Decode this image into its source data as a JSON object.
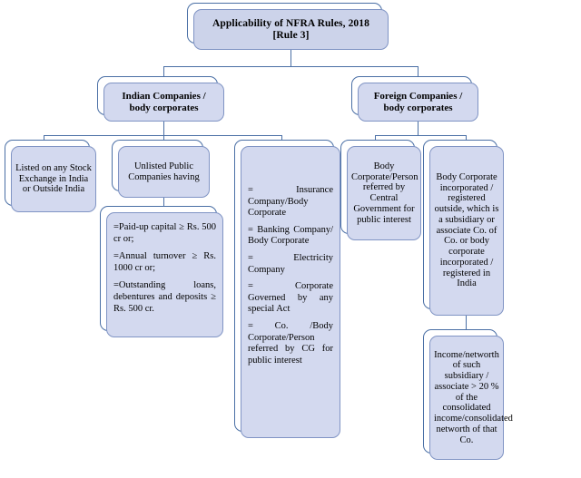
{
  "diagram": {
    "title_node": {
      "label": "Applicability of NFRA Rules, 2018\n[Rule 3]",
      "line1": "Applicability of NFRA Rules, 2018",
      "line2": "[Rule 3]"
    },
    "level2": {
      "indian": "Indian Companies /\nbody corporates",
      "indian_line1": "Indian Companies /",
      "indian_line2": "body corporates",
      "foreign": "Foreign Companies /\nbody corporates",
      "foreign_line1": "Foreign Companies /",
      "foreign_line2": "body corporates"
    },
    "indian_branches": {
      "listed": "Listed on any Stock Exchange in India or Outside India",
      "unlisted": "Unlisted Public Companies having",
      "criteria": [
        "=Paid-up capital ≥ Rs. 500 cr or;",
        "=Annual turnover ≥ Rs. 1000 cr or;",
        "=Outstanding loans, debentures and deposits ≥ Rs. 500 cr."
      ],
      "specified_entities": [
        "=        Insurance Company/Body Corporate",
        "=        Banking Company/ Body Corporate",
        "=        Electricity Company",
        "=        Corporate Governed by any special Act",
        "=     Co.   /Body Corporate/Person referred by CG for        public interest"
      ]
    },
    "foreign_branches": {
      "body_corporate_person": "Body Corporate/Person referred by Central Government for public interest",
      "subsidiary": "Body Corporate incorporated / registered outside, which is a subsidiary or associate Co. of Co. or body corporate incorporated / registered in India",
      "income_networth": "Income/networth of such subsidiary / associate > 20 % of the consolidated income/consolidated networth of that Co."
    },
    "colors": {
      "box_fill": "#d3d9ef",
      "box_border": "#8094c4",
      "connector": "#4a6fa5",
      "text": "#000000",
      "background": "#ffffff"
    }
  }
}
